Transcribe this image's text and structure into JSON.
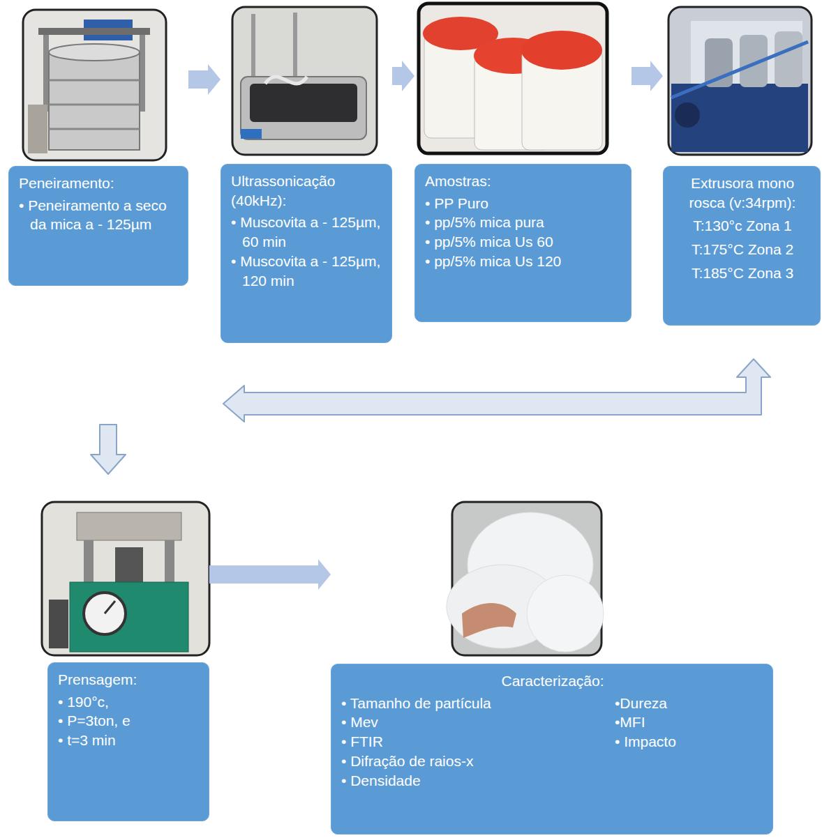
{
  "diagram": {
    "nodes": [
      {
        "text": [
          "Peneiramento:",
          "• Peneiramento a seco da mica a - 125µm"
        ]
      },
      {
        "text": [
          "Ultrassonicação (40kHz):",
          "• Muscovita a - 125µm, 60 min",
          "• Muscovita a - 125µm, 120 min"
        ]
      },
      {
        "text": [
          "Amostras:",
          "• PP Puro",
          "• pp/5% mica pura",
          "• pp/5% mica Us 60",
          "• pp/5% mica Us 120"
        ]
      },
      {
        "text": [
          "Extrusora mono rosca (v:34rpm):",
          "T:130°c Zona 1",
          "T:175°C Zona 2",
          "T:185°C Zona 3"
        ]
      },
      {
        "text": [
          "Prensagem:",
          "• 190°c,",
          "• P=3ton, e",
          "• t=3 min"
        ]
      },
      {
        "text": [
          "Caracterização:",
          "• Tamanho de partícula",
          "• Mev",
          "• FTIR",
          "• Difração de raios-x",
          "• Densidade",
          "•Dureza",
          "•MFI",
          "• Impacto"
        ]
      }
    ],
    "edges": [
      {
        "from": 0,
        "to": 1,
        "arrow": "to"
      },
      {
        "from": 1,
        "to": 2,
        "arrow": "to"
      },
      {
        "from": 2,
        "to": 3,
        "arrow": "to"
      },
      {
        "from": 3,
        "to": 4,
        "arrow": "both"
      },
      {
        "from": 4,
        "to": 5,
        "arrow": "to"
      }
    ]
  }
}
